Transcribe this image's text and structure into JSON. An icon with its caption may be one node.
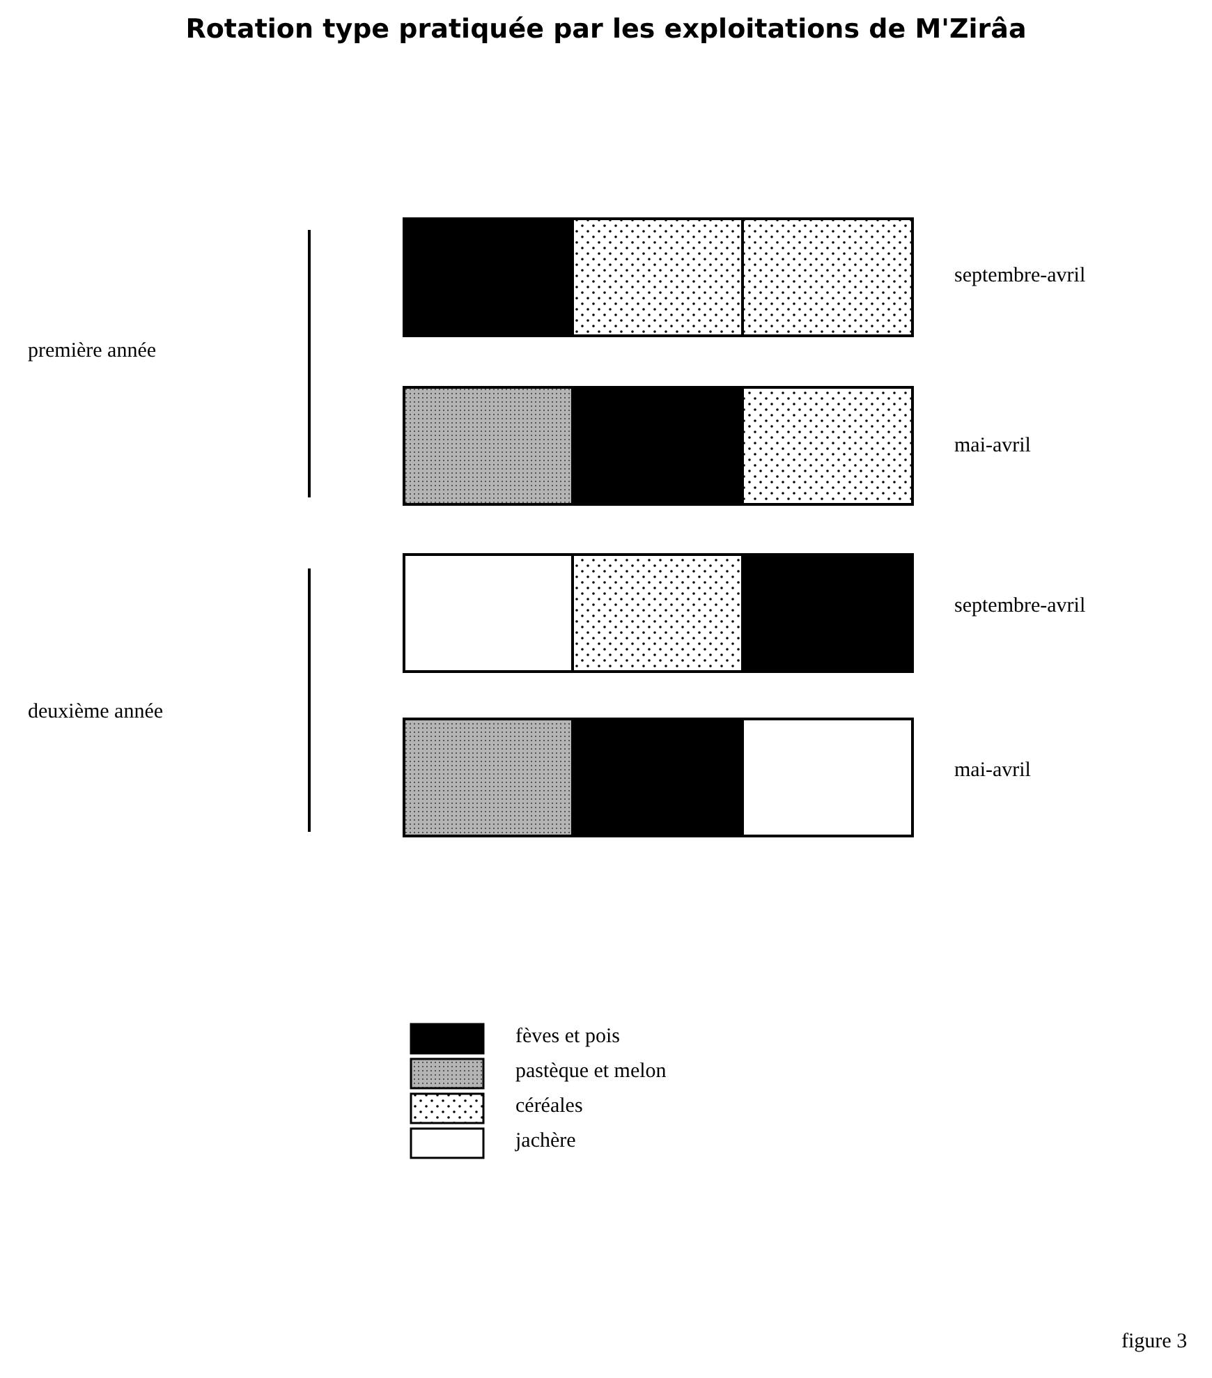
{
  "diagram": {
    "title": "Rotation type pratiquée par les exploitations de M'Zirâa",
    "labels": [
      "septembre-avril",
      "première année",
      "mai-avril",
      "septembre-avril",
      "deuxième année",
      "mai-avril",
      "figure 3"
    ],
    "legend": [
      {
        "text": "fèves et pois",
        "color": "#000000"
      },
      {
        "text": "pastèque et melon",
        "color": "#b4b4b4"
      },
      {
        "text": "céréales",
        "color": "#ffffff"
      },
      {
        "text": "jachère",
        "color": "#ffffff"
      }
    ]
  }
}
